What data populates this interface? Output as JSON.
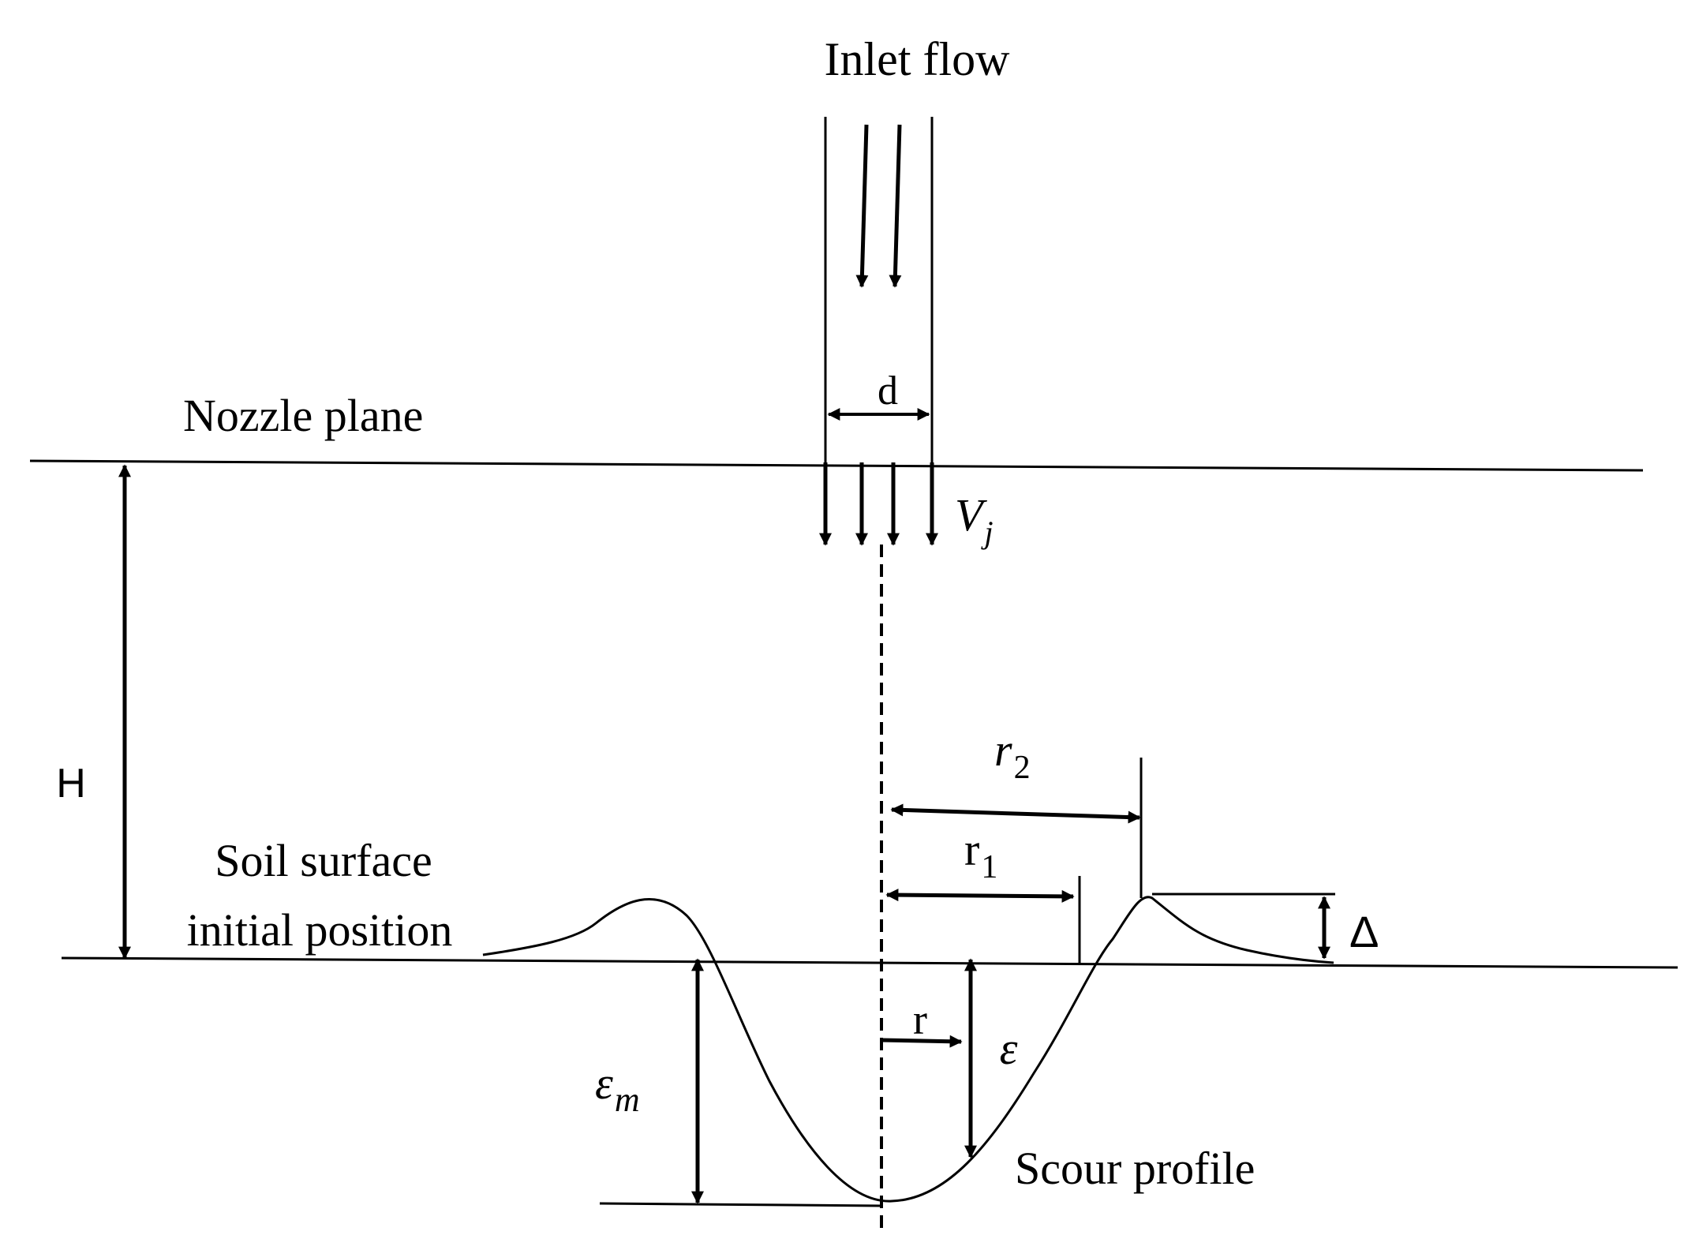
{
  "labels": {
    "inlet_flow": "Inlet flow",
    "nozzle_plane": "Nozzle plane",
    "nozzle_diameter": "d",
    "jet_velocity_main": "V",
    "jet_velocity_sub": "j",
    "height": "H",
    "soil_surface_line1": "Soil surface",
    "soil_surface_line2": "initial position",
    "radius_2_main": "r",
    "radius_2_sub": "2",
    "radius_1_main": "r",
    "radius_1_sub": "1",
    "radius": "r",
    "mound_height": "Δ",
    "scour_depth": "ε",
    "max_scour_depth_main": "ε",
    "max_scour_depth_sub": "m",
    "scour_profile": "Scour profile"
  }
}
